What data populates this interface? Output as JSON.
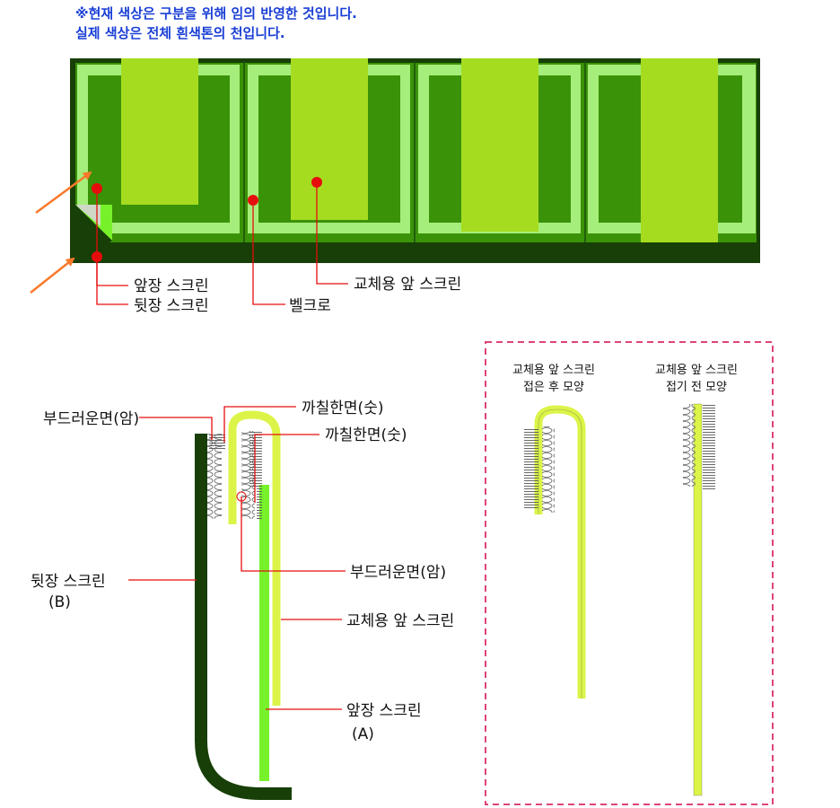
{
  "note": {
    "line1": "※현재 색상은 구분을 위해 임의 반영한 것입니다.",
    "line2": "실제 색상은 전체 흰색톤의 천입니다."
  },
  "top_labels": {
    "front_screen": "앞장 스크린",
    "back_screen": "뒷장 스크린",
    "velcro": "벨크로",
    "replacement_front": "교체용 앞 스크린"
  },
  "side_labels": {
    "soft_side_top": "부드러운면(암)",
    "rough_side_1": "까칠한면(숫)",
    "rough_side_2": "까칠한면(숫)",
    "soft_side_mid": "부드러운면(암)",
    "back_screen": "뒷장 스크린",
    "back_screen_id": "(B)",
    "replacement_front": "교체용 앞 스크린",
    "front_screen": "앞장 스크린",
    "front_screen_id": "(A)"
  },
  "box_labels": {
    "folded_line1": "교체용 앞 스크린",
    "folded_line2": "접은 후 모양",
    "unfolded_line1": "교체용 앞 스크린",
    "unfolded_line2": "접기 전 모양"
  },
  "colors": {
    "dark_green": "#173f07",
    "mid_green": "#3a9208",
    "light_green_border": "#a6ee7b",
    "yellow_green": "#a6dc20",
    "lime_strip": "#77f22a",
    "screen_yellow": "#dcf448",
    "arrow_orange": "#f97a2b",
    "marker_red": "#e60d0d",
    "dashed_pink": "#de4476",
    "note_blue": "#1a3fd6"
  }
}
